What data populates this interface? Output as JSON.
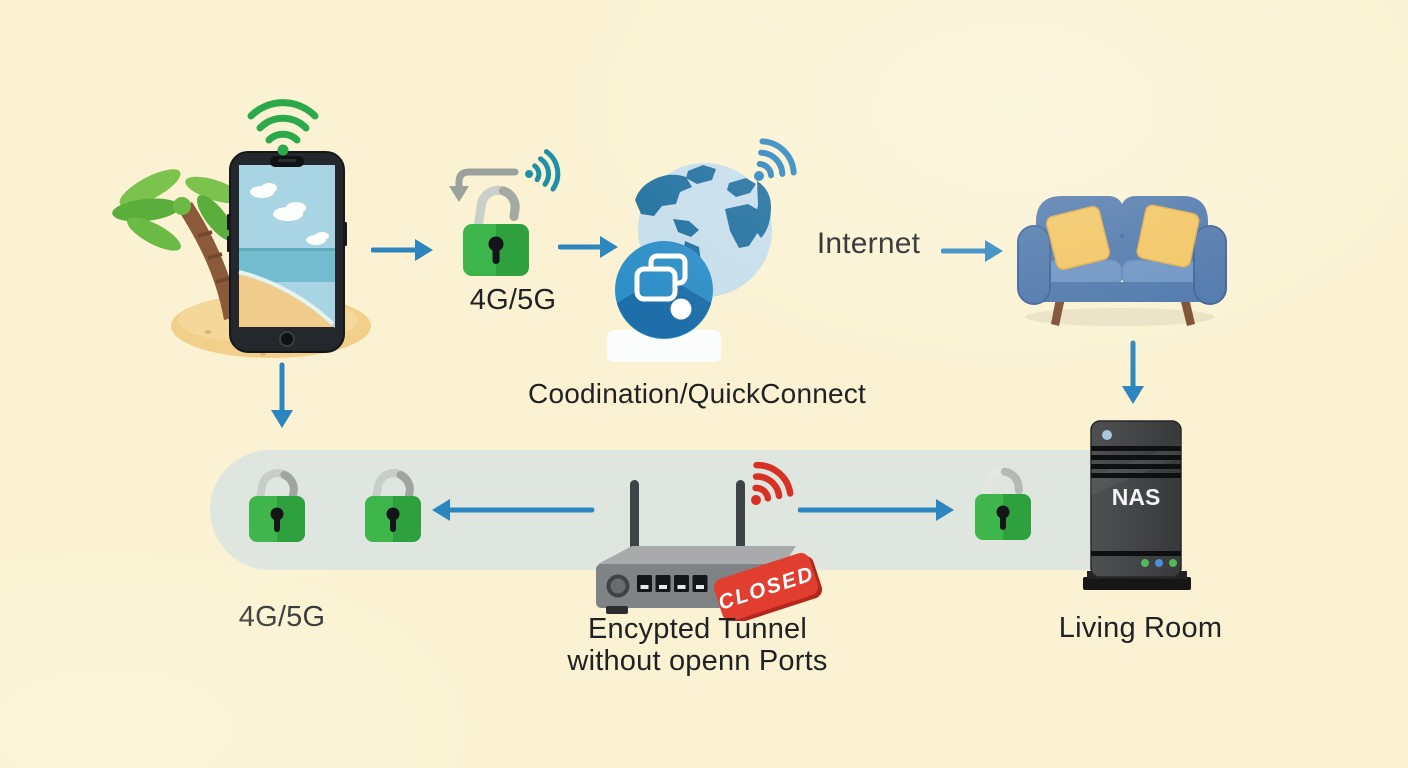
{
  "diagram": {
    "title_context": "NAS remote access over encrypted tunnel (QuickConnect) illustration",
    "labels": {
      "cellular_top": "4G/5G",
      "coordination": "Coodination/QuickConnect",
      "internet": "Internet",
      "cellular_bottom": "4G/5G",
      "tunnel_caption_line1": "Encypted Tunnel",
      "tunnel_caption_line2": "without openn Ports",
      "living_room": "Living Room",
      "nas": "NAS",
      "closed": "CLOSED"
    },
    "icons": [
      "wifi-green-icon",
      "palm-tree-icon",
      "island-icon",
      "smartphone-beach-icon",
      "arrow-right-icon",
      "unlocked-padlock-icon",
      "wifi-teal-icon",
      "redirect-arrow-icon",
      "globe-icon",
      "wifi-blue-icon",
      "quickconnect-badge-icon",
      "sofa-icon",
      "arrow-down-icon",
      "tunnel-band",
      "padlock-icon",
      "arrow-left-icon",
      "router-icon",
      "wifi-red-icon",
      "closed-badge",
      "nas-tower-icon"
    ],
    "colors": {
      "background": "#FAF2D2",
      "arrow_blue": "#2C85BE",
      "lock_green_light": "#3CB54B",
      "lock_green_dark": "#2EA13E",
      "wifi_green": "#2CA94B",
      "wifi_teal": "#1D8FA6",
      "wifi_blue": "#2C85BE",
      "wifi_red": "#D93025",
      "closed_red": "#E23E30",
      "tunnel_band": "#DEE6DF",
      "couch_blue": "#4A74A9",
      "cushion_blue": "#6890C1",
      "pillow_yellow": "#F2C35D",
      "globe_ocean": "#C6DEEB",
      "globe_land": "#20709F",
      "badge_blue": "#2E8FC7",
      "router_gray": "#808386",
      "nas_dark": "#3F4042",
      "text": "#1F2125"
    }
  }
}
